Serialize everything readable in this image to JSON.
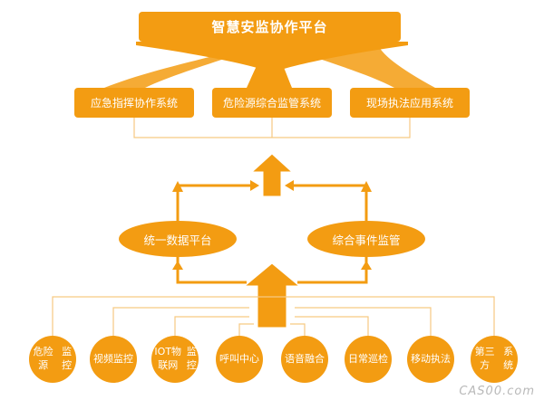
{
  "title": "智慧安监协作平台",
  "systems": [
    {
      "label": "应急指挥协作系统"
    },
    {
      "label": "危险源综合监管系统"
    },
    {
      "label": "现场执法应用系统"
    }
  ],
  "hubs": [
    {
      "label": "统一数据平台"
    },
    {
      "label": "综合事件监管"
    }
  ],
  "sources": [
    {
      "line1": "危险源",
      "line2": "监控"
    },
    {
      "line1": "视频",
      "line2": "监控"
    },
    {
      "line1": "IOT物联网",
      "line2": "监控"
    },
    {
      "line1": "呼叫",
      "line2": "中心"
    },
    {
      "line1": "语音",
      "line2": "融合"
    },
    {
      "line1": "日常",
      "line2": "巡检"
    },
    {
      "line1": "移动",
      "line2": "执法"
    },
    {
      "line1": "第三方",
      "line2": "系统"
    }
  ],
  "watermark": "CAS00.com",
  "colors": {
    "accent": "#f39c12",
    "connector": "#f7c982",
    "text": "#ffffff"
  }
}
